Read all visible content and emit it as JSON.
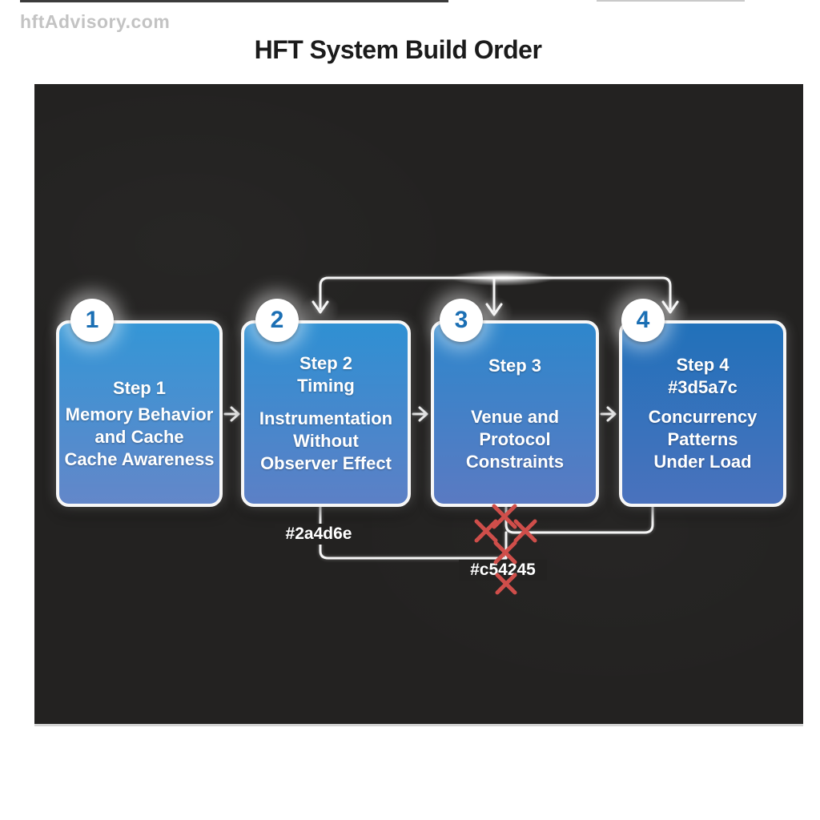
{
  "watermark": "hftAdvisory.com",
  "title": "HFT System Build Order",
  "steps": [
    {
      "number": "1",
      "header_lines": [
        "Step 1"
      ],
      "body_lines": [
        "Memory Behavior",
        "and Cache",
        "Cache Awareness"
      ],
      "gradient_top": "#3496d6",
      "gradient_bottom": "#6387c9"
    },
    {
      "number": "2",
      "header_lines": [
        "Step 2",
        "Timing"
      ],
      "body_lines": [
        "Instrumentation",
        "Without",
        "Observer Effect"
      ],
      "gradient_top": "#2f90d3",
      "gradient_bottom": "#5c80c6"
    },
    {
      "number": "3",
      "header_lines": [
        "Step 3"
      ],
      "body_lines": [
        "Venue and Protocol",
        "Constraints"
      ],
      "gradient_top": "#2e87cc",
      "gradient_bottom": "#5a7ac2"
    },
    {
      "number": "4",
      "header_lines": [
        "Step 4",
        "#3d5a7c"
      ],
      "body_lines": [
        "Concurrency",
        "Patterns",
        "Under Load"
      ],
      "gradient_top": "#2171ba",
      "gradient_bottom": "#4a72bd"
    }
  ],
  "edge_labels": {
    "step2_branch": "#2a4d6e",
    "step3_branch": "#c54245"
  },
  "colors": {
    "panel_background": "#232221",
    "box_border": "#f7f7f7",
    "connector_line": "#f5f5f5",
    "blocked_x": "#cf4e4a",
    "badge_number": "#1b6fb4",
    "title_text": "#1b1b1b",
    "watermark_text": "#c3c3c3"
  }
}
